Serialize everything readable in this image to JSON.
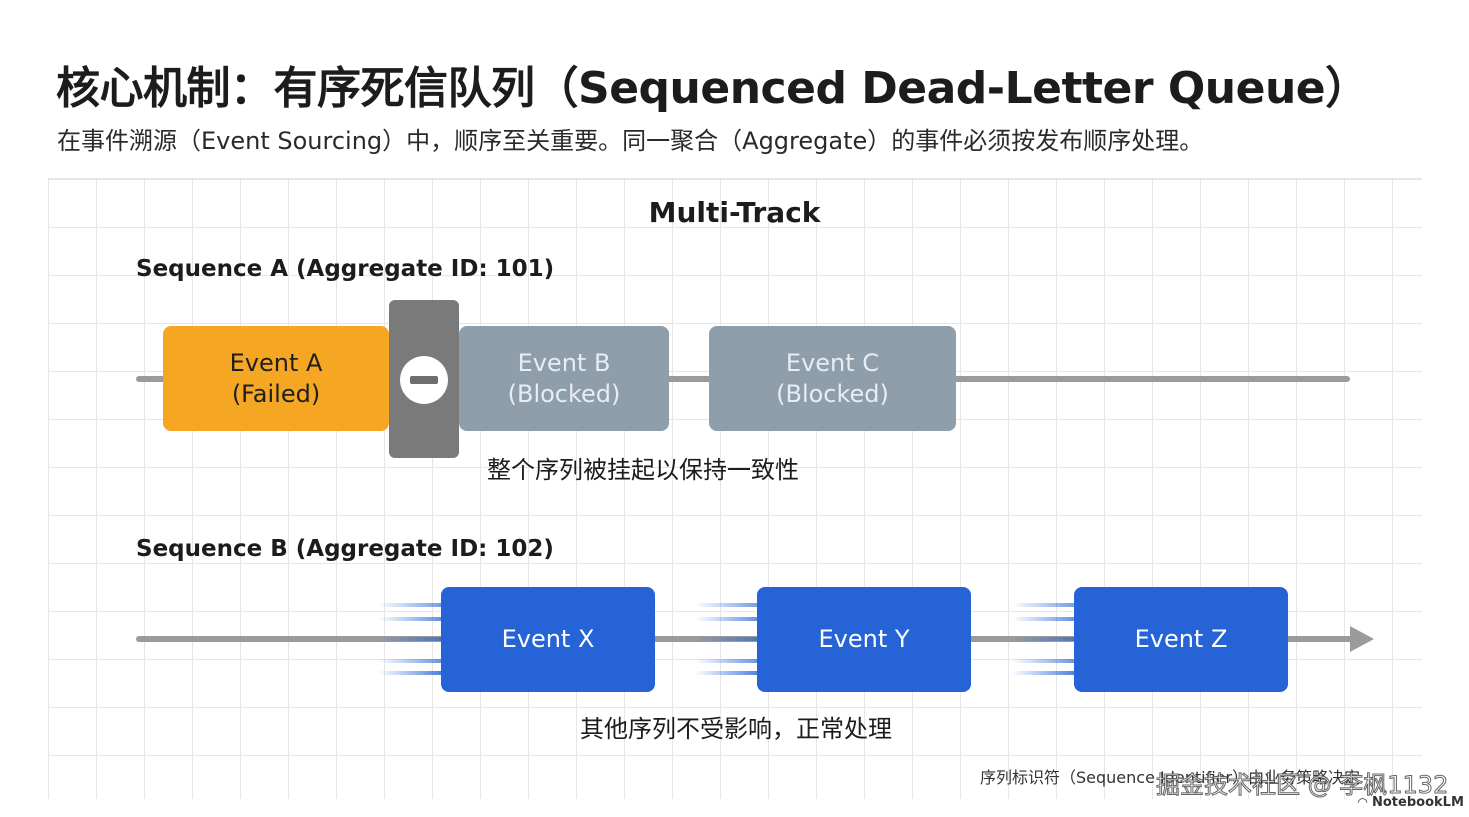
{
  "header": {
    "title": "核心机制：有序死信队列（Sequenced Dead-Letter Queue）",
    "subtitle": "在事件溯源（Event Sourcing）中，顺序至关重要。同一聚合（Aggregate）的事件必须按发布顺序处理。"
  },
  "diagram": {
    "title": "Multi-Track",
    "sequence_a": {
      "label": "Sequence A (Aggregate ID: 101)",
      "events": [
        {
          "label": "Event A\n(Failed)",
          "status": "failed"
        },
        {
          "label": "Event B\n(Blocked)",
          "status": "blocked"
        },
        {
          "label": "Event C\n(Blocked)",
          "status": "blocked"
        }
      ],
      "barrier_icon": "stop-icon",
      "caption": "整个序列被挂起以保持一致性"
    },
    "sequence_b": {
      "label": "Sequence B (Aggregate ID: 102)",
      "events": [
        {
          "label": "Event X",
          "status": "ok"
        },
        {
          "label": "Event Y",
          "status": "ok"
        },
        {
          "label": "Event Z",
          "status": "ok"
        }
      ],
      "motion_icon": "speed-lines-icon",
      "end_icon": "arrow-right-icon",
      "caption": "其他序列不受影响，正常处理"
    },
    "footnote": "序列标识符（Sequence Identifier）由业务策略决定"
  },
  "overlay": {
    "watermark": "掘金技术社区 @ 李枫1132",
    "brand": "NotebookLM"
  },
  "colors": {
    "failed": "#f5a623",
    "blocked": "#8e9eab",
    "ok": "#2563d6",
    "track": "#9b9b9b",
    "barrier": "#7a7a7a"
  }
}
